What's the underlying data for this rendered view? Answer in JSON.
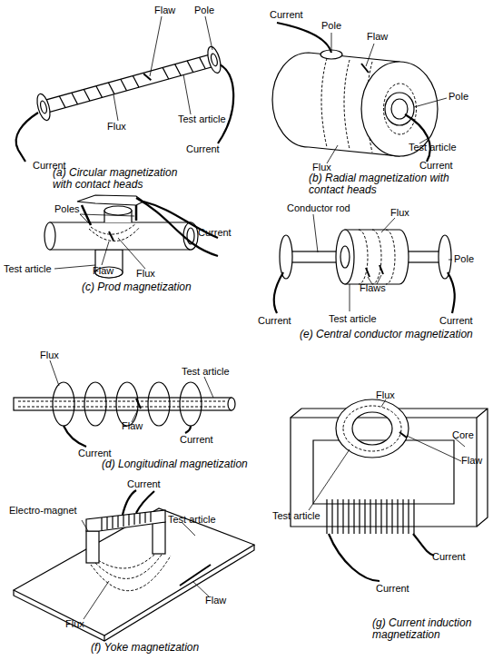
{
  "diagram": {
    "labels": [
      "Flaw",
      "Pole",
      "Test article",
      "Flux",
      "Current",
      "Current",
      "(a) Circular magnetization with contact heads",
      "Current",
      "Pole",
      "Flaw",
      "Pole",
      "Test article",
      "Flux",
      "Current",
      "(b) Radial magnetization with contact heads",
      "Poles",
      "Current",
      "Test article",
      "Flaw",
      "Flux",
      "(c) Prod magnetization",
      "Conductor rod",
      "Flux",
      "Pole",
      "Flaws",
      "Current",
      "Test article",
      "Current",
      "(e) Central conductor magnetization",
      "Flux",
      "Test article",
      "Flaw",
      "Current",
      "Current",
      "(d) Longitudinal magnetization",
      "Flux",
      "Core",
      "Flaw",
      "Test article",
      "Current",
      "Current",
      "(g) Current induction magnetization",
      "Current",
      "Electro-magnet",
      "Test article",
      "Flaw",
      "Flux",
      "(f) Yoke magnetization"
    ]
  }
}
